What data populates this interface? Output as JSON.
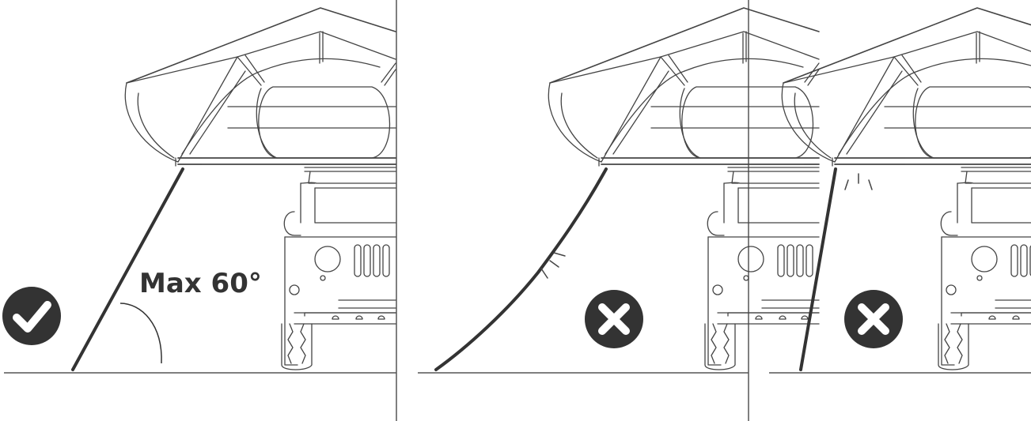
{
  "panels": [
    {
      "id": "correct",
      "status": "correct",
      "status_icon": "check-circle-icon",
      "ladder": "straight-angled",
      "angle_label": "Max 60°"
    },
    {
      "id": "bent",
      "status": "incorrect",
      "status_icon": "x-circle-icon",
      "ladder": "bent-flexing"
    },
    {
      "id": "vertical",
      "status": "incorrect",
      "status_icon": "x-circle-icon",
      "ladder": "too-vertical"
    }
  ],
  "colors": {
    "line": "#444444",
    "ground": "#555555",
    "badge": "#333333",
    "badge_mark": "#ffffff"
  }
}
